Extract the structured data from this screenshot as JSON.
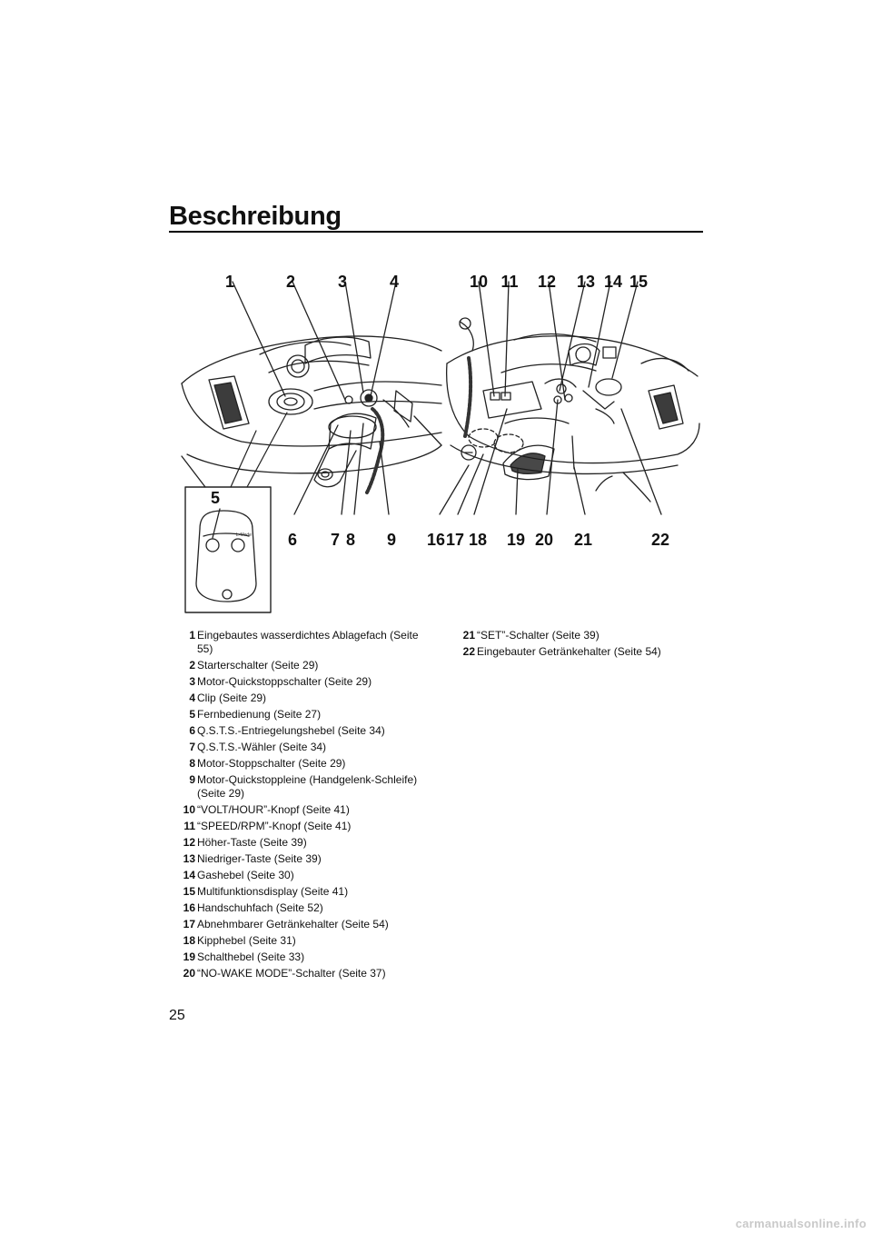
{
  "header": {
    "title": "Beschreibung"
  },
  "figure": {
    "callouts": [
      "1",
      "2",
      "3",
      "4",
      "5",
      "6",
      "7",
      "8",
      "9",
      "10",
      "11",
      "12",
      "13",
      "14",
      "15",
      "16",
      "17",
      "18",
      "19",
      "20",
      "21",
      "22"
    ],
    "remote_label": "L-Mode"
  },
  "legend": [
    {
      "num": "1",
      "text": "Eingebautes wasserdichtes Ablagefach (Seite 55)"
    },
    {
      "num": "2",
      "text": "Starterschalter (Seite 29)"
    },
    {
      "num": "3",
      "text": "Motor-Quickstoppschalter (Seite 29)"
    },
    {
      "num": "4",
      "text": "Clip (Seite 29)"
    },
    {
      "num": "5",
      "text": "Fernbedienung (Seite 27)"
    },
    {
      "num": "6",
      "text": "Q.S.T.S.-Entriegelungshebel (Seite 34)"
    },
    {
      "num": "7",
      "text": "Q.S.T.S.-Wähler (Seite 34)"
    },
    {
      "num": "8",
      "text": "Motor-Stoppschalter (Seite 29)"
    },
    {
      "num": "9",
      "text": "Motor-Quickstoppleine (Handgelenk-Schleife) (Seite 29)"
    },
    {
      "num": "10",
      "text": "“VOLT/HOUR”-Knopf (Seite 41)"
    },
    {
      "num": "11",
      "text": "“SPEED/RPM”-Knopf (Seite 41)"
    },
    {
      "num": "12",
      "text": "Höher-Taste (Seite 39)"
    },
    {
      "num": "13",
      "text": "Niedriger-Taste (Seite 39)"
    },
    {
      "num": "14",
      "text": "Gashebel (Seite 30)"
    },
    {
      "num": "15",
      "text": "Multifunktionsdisplay (Seite 41)"
    },
    {
      "num": "16",
      "text": "Handschuhfach (Seite 52)"
    },
    {
      "num": "17",
      "text": "Abnehmbarer Getränkehalter (Seite 54)"
    },
    {
      "num": "18",
      "text": "Kipphebel (Seite 31)"
    },
    {
      "num": "19",
      "text": "Schalthebel (Seite 33)"
    },
    {
      "num": "20",
      "text": "“NO-WAKE MODE”-Schalter (Seite 37)"
    },
    {
      "num": "21",
      "text": "“SET”-Schalter (Seite 39)"
    },
    {
      "num": "22",
      "text": "Eingebauter Getränkehalter (Seite 54)"
    }
  ],
  "footer": {
    "page_number": "25",
    "watermark": "carmanualsonline.info"
  }
}
